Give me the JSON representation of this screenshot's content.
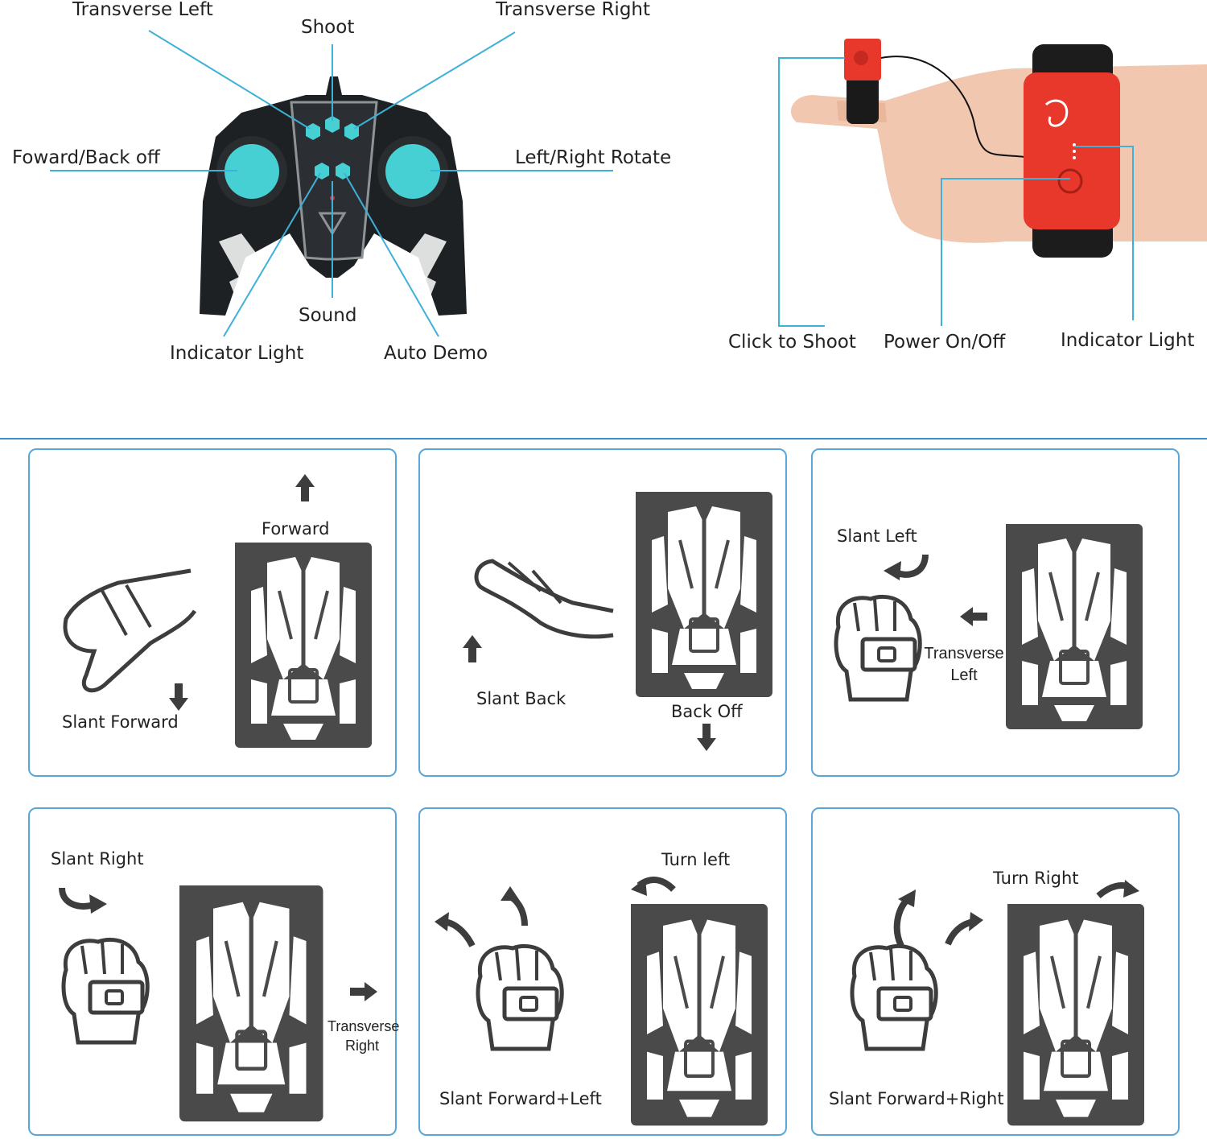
{
  "colors": {
    "accent": "#3fb0d8",
    "panel_border": "#5aa6d6",
    "divider": "#3e8fcf",
    "car": "#4a4a4a",
    "controller": "#1e2124",
    "joystick": "#46d0d4",
    "wristband": "#e8382c"
  },
  "controller": {
    "labels": {
      "transverse_left": "Transverse Left",
      "shoot": "Shoot",
      "transverse_right": "Transverse Right",
      "forward_back": "Foward/Back off",
      "left_right_rotate": "Left/Right Rotate",
      "sound": "Sound",
      "indicator_light": "Indicator Light",
      "auto_demo": "Auto Demo"
    }
  },
  "wristband": {
    "labels": {
      "click_to_shoot": "Click to Shoot",
      "power": "Power On/Off",
      "indicator_light": "Indicator Light"
    }
  },
  "gestures": [
    {
      "hand": "Slant Forward",
      "car": "Forward"
    },
    {
      "hand": "Slant Back",
      "car": "Back Off"
    },
    {
      "hand": "Slant Left",
      "car_line1": "Transverse",
      "car_line2": "Left"
    },
    {
      "hand": "Slant Right",
      "car_line1": "Transverse",
      "car_line2": "Right"
    },
    {
      "hand": "Slant Forward+Left",
      "car": "Turn left"
    },
    {
      "hand": "Slant Forward+Right",
      "car": "Turn Right"
    }
  ]
}
